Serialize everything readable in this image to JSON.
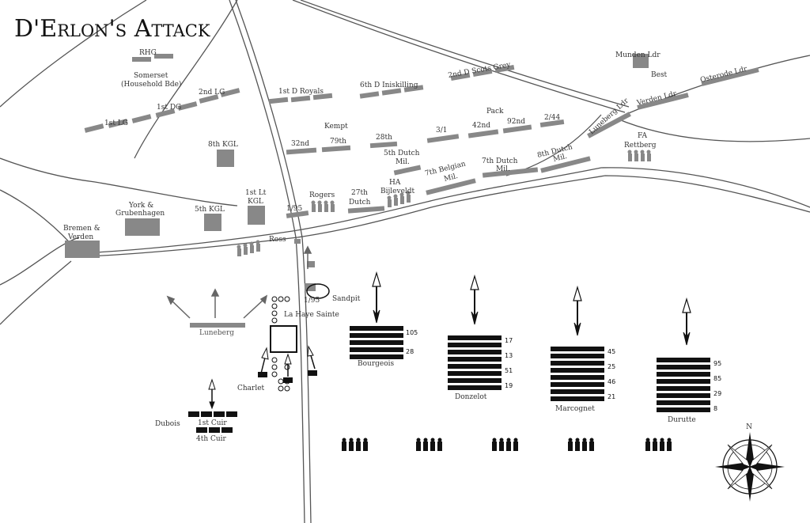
{
  "title": "D'Erlon's Attack",
  "compass": {
    "north": "N"
  },
  "colors": {
    "allied": "#888888",
    "french": "#111111",
    "road": "#555555",
    "background": "#ffffff"
  },
  "places": {
    "la_haye_sainte": "La Haye Sainte",
    "sandpit": "Sandpit",
    "rifles_sandpit": "1/95"
  },
  "allied_units": {
    "rhg": "RHG",
    "somerset": "Somerset",
    "household": "(Household Bde)",
    "first_lg": "1st LG",
    "first_dg": "1st DG",
    "second_lg": "2nd LG",
    "first_royals": "1st D Royals",
    "inniskilling": "6th D Iniskilling",
    "scots_grey": "2nd D Scots Grey",
    "munden": "Munden Ldr",
    "best": "Best",
    "osterode": "Osterode Ldr",
    "verden_ldr": "Verden Ldr",
    "luneberg_ldr": "Luneberg Ldr",
    "kempt": "Kempt",
    "pack": "Pack",
    "u32": "32nd",
    "u79": "79th",
    "u28": "28th",
    "u3_1": "3/1",
    "u42": "42nd",
    "u92": "92nd",
    "u2_44": "2/44",
    "fa": "FA",
    "rettberg": "Rettberg",
    "kgl8": "8th KGL",
    "dutch5_a": "5th Dutch",
    "dutch5_b": "Mil.",
    "belgian7_a": "7th Belgian",
    "belgian7_b": "Mil.",
    "dutch7_a": "7th Dutch",
    "dutch7_b": "Mil.",
    "dutch8_a": "8th Dutch",
    "dutch8_b": "Mil.",
    "york_a": "York &",
    "york_b": "Grubenhagen",
    "kgl5": "5th KGL",
    "kgl1_a": "1st Lt",
    "kgl1_b": "KGL",
    "rifles": "1/95",
    "rogers": "Rogers",
    "dutch27_a": "27th",
    "dutch27_b": "Dutch",
    "ha_a": "HA",
    "ha_b": "Bijleveldt",
    "bremen_a": "Bremen &",
    "bremen_b": "Verden",
    "ross": "Ross",
    "luneberg": "Luneberg"
  },
  "french_units": {
    "charlet": "Charlet",
    "dubois": "Dubois",
    "cuir1": "1st Cuir",
    "cuir4": "4th Cuir",
    "bourgeois": {
      "name": "Bourgeois",
      "regiments": [
        "105",
        "28"
      ]
    },
    "donzelot": {
      "name": "Donzelot",
      "regiments": [
        "17",
        "13",
        "51",
        "19"
      ]
    },
    "marcognet": {
      "name": "Marcognet",
      "regiments": [
        "45",
        "25",
        "46",
        "21"
      ]
    },
    "durutte": {
      "name": "Durutte",
      "regiments": [
        "95",
        "85",
        "29",
        "8"
      ]
    }
  }
}
